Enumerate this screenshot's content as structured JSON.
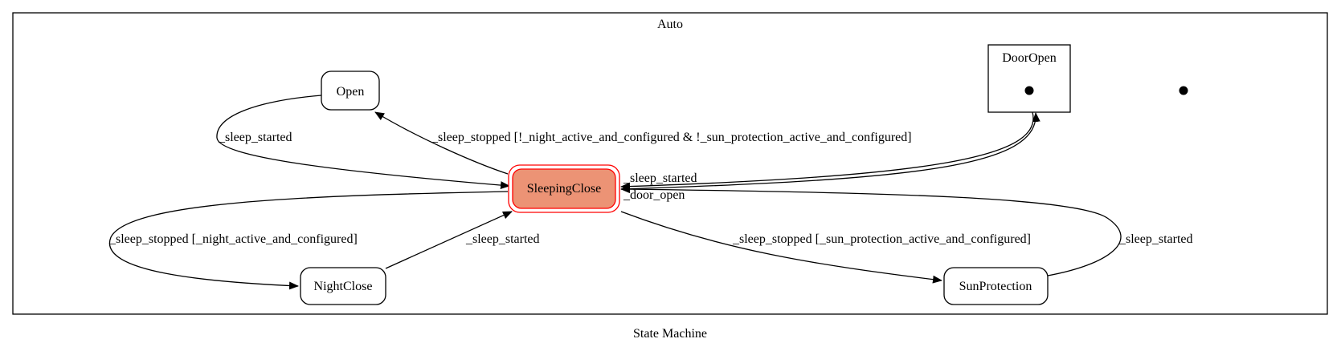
{
  "diagram": {
    "title": "State Machine",
    "cluster": {
      "label": "Auto"
    },
    "sub_cluster": {
      "label": "DoorOpen"
    },
    "nodes": {
      "open": "Open",
      "sleeping_close": "SleepingClose",
      "night_close": "NightClose",
      "sun_protection": "SunProtection"
    },
    "edges": {
      "open_to_sleeping": "_sleep_started",
      "sleeping_to_open": "_sleep_stopped [!_night_active_and_configured & !_sun_protection_active_and_configured]",
      "door_to_sleeping": "_sleep_started",
      "sleeping_to_door": "_door_open",
      "sleeping_to_night": "_sleep_stopped [_night_active_and_configured]",
      "night_to_sleeping": "_sleep_started",
      "sleeping_to_sun": "_sleep_stopped [_sun_protection_active_and_configured]",
      "sun_to_sleeping": "_sleep_started"
    },
    "colors": {
      "active_fill": "#ec9375",
      "active_border": "#ff0000",
      "line": "#000000"
    }
  }
}
